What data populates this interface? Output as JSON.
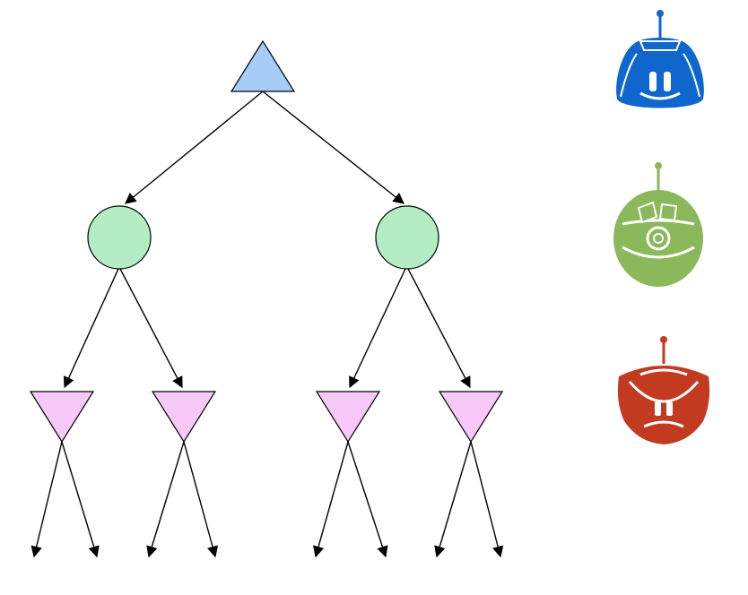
{
  "tree": {
    "root": {
      "shape": "triangle-up",
      "fill": "#a6ccf8"
    },
    "chance_nodes": [
      {
        "shape": "circle",
        "fill": "#b4ecc4"
      },
      {
        "shape": "circle",
        "fill": "#b4ecc4"
      }
    ],
    "min_nodes": [
      {
        "shape": "triangle-down",
        "fill": "#f8c8f8"
      },
      {
        "shape": "triangle-down",
        "fill": "#f8c8f8"
      },
      {
        "shape": "triangle-down",
        "fill": "#f8c8f8"
      },
      {
        "shape": "triangle-down",
        "fill": "#f8c8f8"
      }
    ],
    "leaf_arrows_per_min_node": 2,
    "edge_color": "#000000"
  },
  "legend_icons": [
    {
      "icon": "blue-robot-icon",
      "color": "#0f66cc"
    },
    {
      "icon": "green-robot-icon",
      "color": "#8ab85a"
    },
    {
      "icon": "red-robot-icon",
      "color": "#c23a20"
    }
  ]
}
